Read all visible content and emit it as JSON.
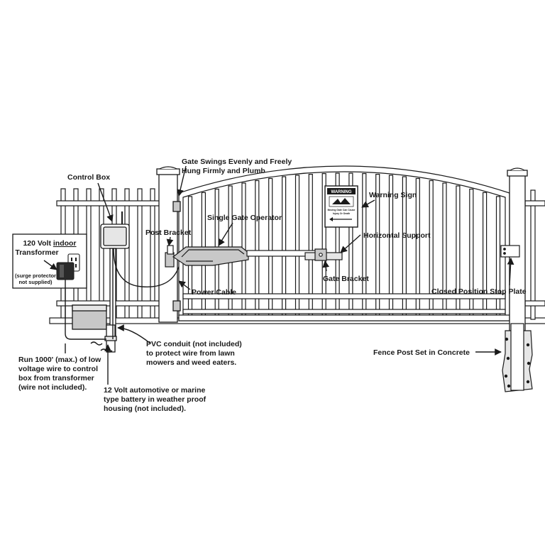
{
  "labels": {
    "gate_swings_line1": "Gate Swings Evenly and Freely",
    "gate_swings_line2": "Hung Firmly and Plumb",
    "control_box": "Control Box",
    "warning_sign": "Warning Sign",
    "single_gate_operator": "Single Gate Operator",
    "post_bracket": "Post Bracket",
    "horizontal_support": "Horizontal Support",
    "transformer_line1_a": "120 Volt ",
    "transformer_line1_b": "indoor",
    "transformer_line2": "Transformer",
    "surge_line1": "(surge protector",
    "surge_line2": "not supplied)",
    "gate_bracket": "Gate Bracket",
    "power_cable": "Power Cable",
    "closed_stop_plate": "Closed Position Stop Plate",
    "pvc_line1": "PVC conduit (not included)",
    "pvc_line2": "to protect wire from lawn",
    "pvc_line3": "mowers and weed eaters.",
    "fence_post_concrete": "Fence Post Set in Concrete",
    "run_line1": "Run 1000' (max.) of low",
    "run_line2": "voltage wire to control",
    "run_line3": "box from transformer",
    "run_line4": "(wire not included).",
    "battery_line1": "12 Volt automotive or marine",
    "battery_line2": "type battery in weather proof",
    "battery_line3": "housing (not included)."
  },
  "sign": {
    "header": "WARNING",
    "line1": "Moving Gate Can Cause",
    "line2": "Injury Or Death"
  },
  "colors": {
    "ink": "#1a1a1a",
    "fence": "#ffffff",
    "fill_gray": "#c8c8c8",
    "light_gray": "#e6e6e6"
  }
}
